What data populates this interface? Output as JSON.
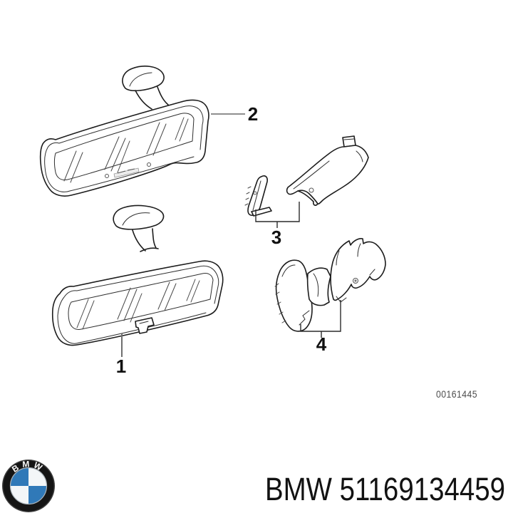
{
  "diagram": {
    "callouts": [
      {
        "id": "1"
      },
      {
        "id": "2"
      },
      {
        "id": "3"
      },
      {
        "id": "4"
      }
    ],
    "image_code": "00161445"
  },
  "footer": {
    "brand_part_text": "BMW 51169134459"
  },
  "logo": {
    "letters": "BMW",
    "ring_color": "#151515",
    "rim_color": "#3d3d3d",
    "seam_color": "#aab3ba",
    "blue": "#3079b8",
    "white_quarter": "#f3f6f8",
    "letter_color": "#fafafa"
  },
  "colors": {
    "background": "#ffffff",
    "line_art": "#1c1c1c",
    "leader_line": "#8e8e8e",
    "bracket_line": "#2a2a2a",
    "code_text": "#4c4c4c",
    "footer_text": "#121212"
  }
}
